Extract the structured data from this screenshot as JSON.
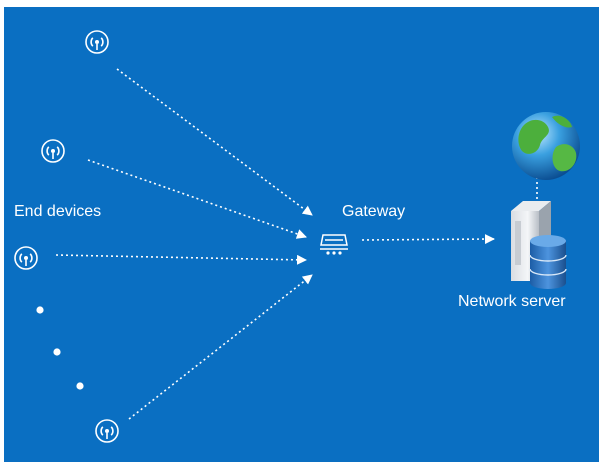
{
  "labels": {
    "end_devices": "End devices",
    "gateway": "Gateway",
    "network_server": "Network server"
  },
  "nodes": {
    "end_device_icon": "antenna-signal-icon",
    "gateway_icon": "router-icon",
    "internet_icon": "globe-icon",
    "server_icon": "server-database-icon"
  },
  "colors": {
    "background": "#0a6fc2",
    "foreground": "#ffffff"
  }
}
